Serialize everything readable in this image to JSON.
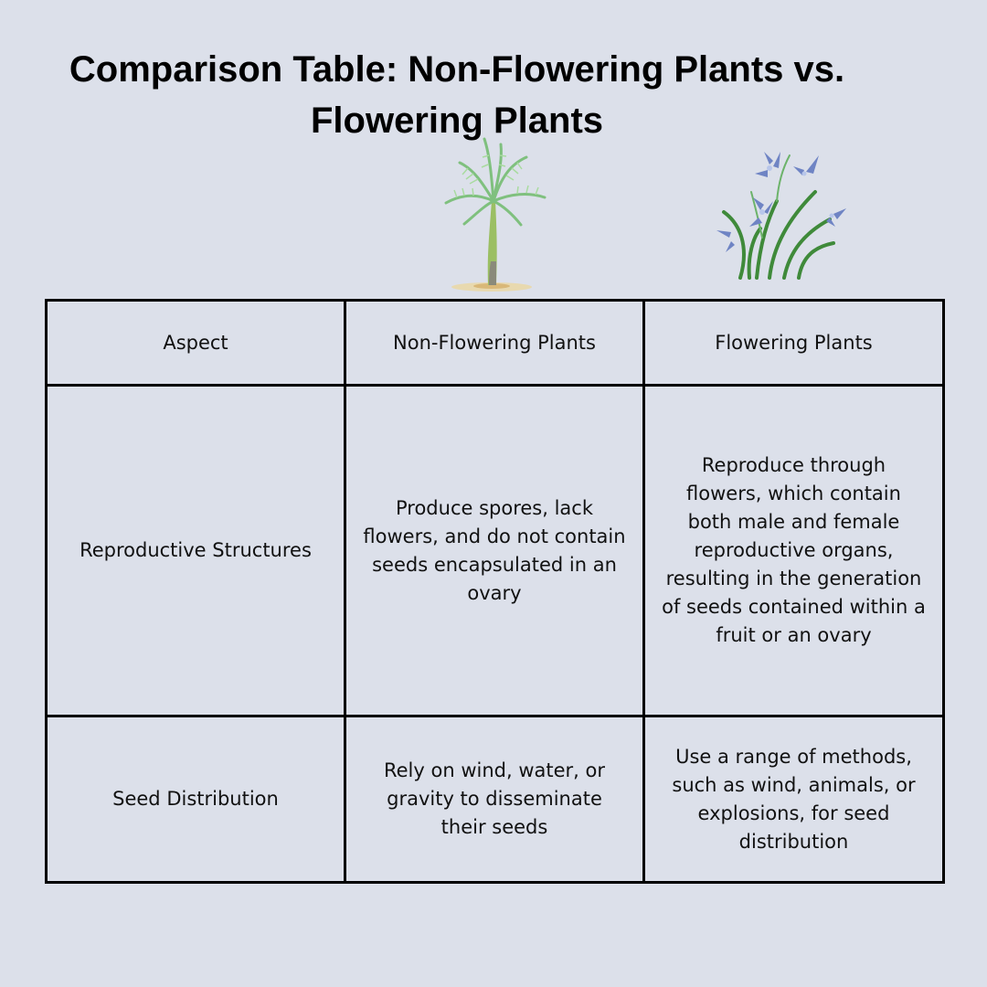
{
  "title": {
    "line1": "Comparison Table: Non-Flowering Plants vs.",
    "line2": "Flowering Plants"
  },
  "illustrations": {
    "left": "palm-tree-illustration",
    "right": "blue-flower-illustration"
  },
  "table": {
    "headers": [
      "Aspect",
      "Non-Flowering Plants",
      "Flowering Plants"
    ],
    "rows": [
      [
        "Reproductive Structures",
        "Produce spores, lack flowers, and do not contain seeds encapsulated in an ovary",
        "Reproduce through flowers, which contain both male and female reproductive organs, resulting in the generation of seeds contained within a fruit or an ovary"
      ],
      [
        "Seed Distribution",
        "Rely on wind, water, or gravity to disseminate their seeds",
        "Use a range of methods, such as wind, animals, or explosions, for seed distribution"
      ]
    ]
  },
  "colors": {
    "background": "#dce0ea",
    "border": "#000000",
    "text": "#111111",
    "palm_leaf": "#8fcf8a",
    "flower_petal": "#6f84c4"
  }
}
